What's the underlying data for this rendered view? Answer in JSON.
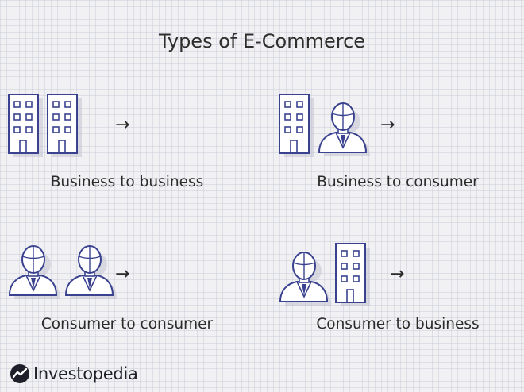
{
  "title": "Types of E-Commerce",
  "quadrants": [
    {
      "label": "Business to business",
      "from": "building-icon",
      "to": "building-icon"
    },
    {
      "label": "Business to consumer",
      "from": "building-icon",
      "to": "person-icon"
    },
    {
      "label": "Consumer to consumer",
      "from": "person-icon",
      "to": "person-icon"
    },
    {
      "label": "Consumer to business",
      "from": "person-icon",
      "to": "building-icon"
    }
  ],
  "arrow_glyph": "→",
  "brand": {
    "name": "Investopedia"
  },
  "colors": {
    "icon_stroke": "#3a4290",
    "icon_fill": "#ffffff",
    "shadow": "#b8b8c8",
    "text": "#2b2b2b"
  }
}
